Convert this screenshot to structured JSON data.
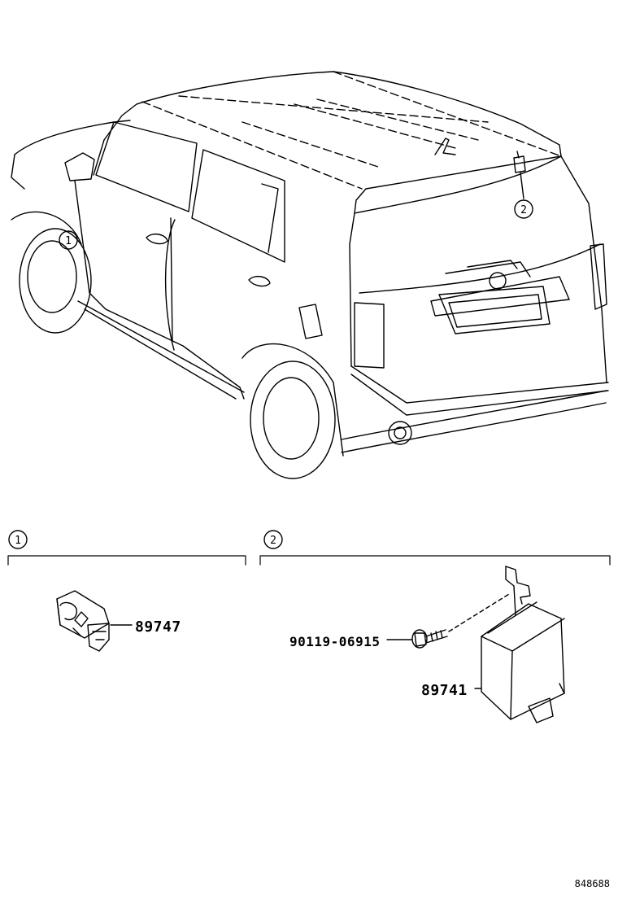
{
  "callouts": [
    {
      "id": "1"
    },
    {
      "id": "2"
    }
  ],
  "callout_ids": {
    "c1": "1",
    "c2": "2"
  },
  "parts": {
    "sensor": {
      "number": "89747"
    },
    "bolt": {
      "number": "90119-06915"
    },
    "module": {
      "number": "89741"
    }
  },
  "figure_id": "848688",
  "colors": {
    "ink": "#000000",
    "paper": "#ffffff"
  }
}
